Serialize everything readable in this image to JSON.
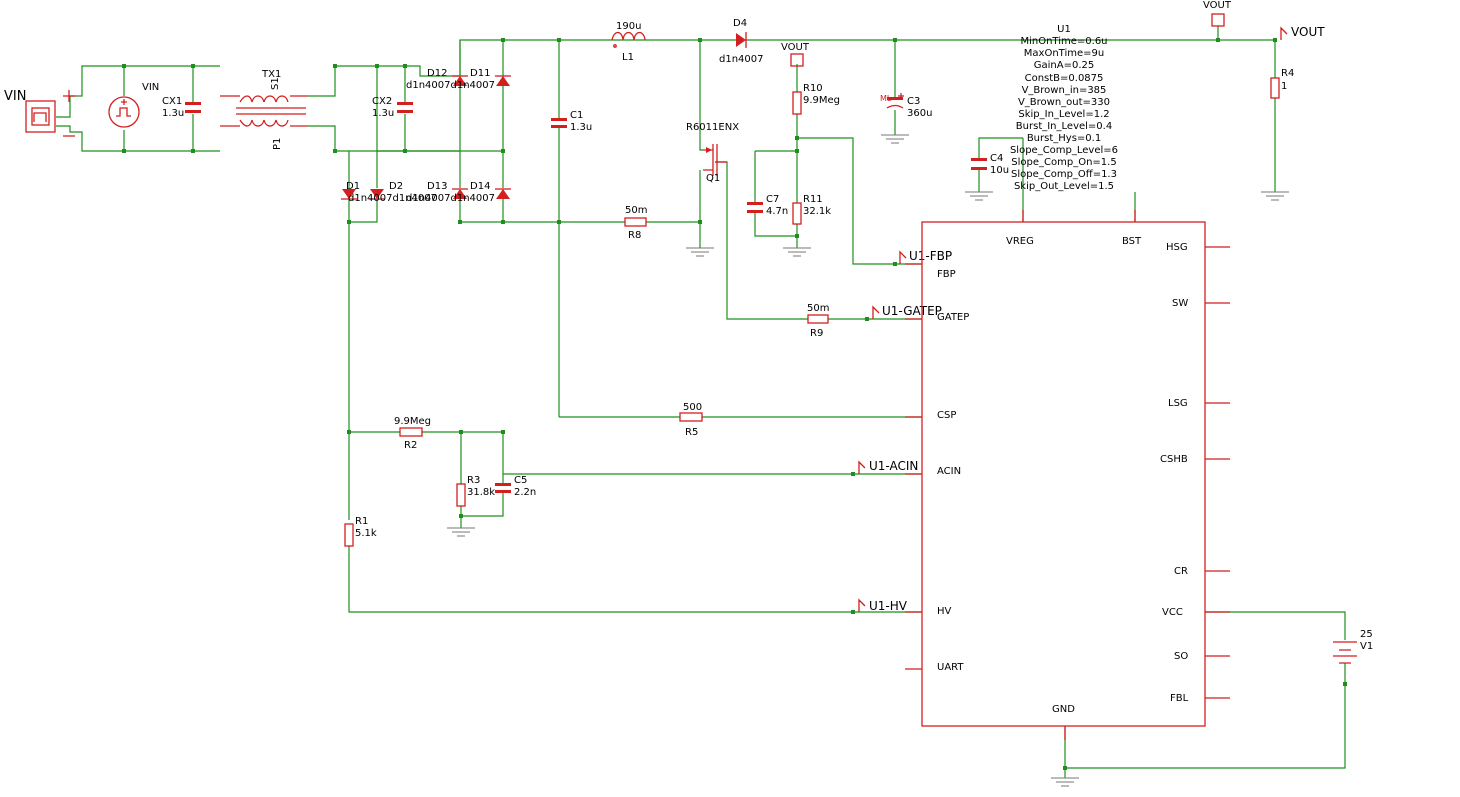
{
  "labels": {
    "vin_port": "VIN",
    "vin_src": "VIN",
    "tx1": "TX1",
    "tx_s1": "S1",
    "tx_p1": "P1",
    "cx1": "CX1",
    "cx1_val": "1.3u",
    "cx2": "CX2",
    "cx2_val": "1.3u",
    "d1": "D1",
    "d2": "D2",
    "d12": "D12",
    "d11": "D11",
    "d13": "D13",
    "d14": "D14",
    "d_bot_val": "d1n4007d1n4007",
    "d12_val": "d1n4007d1n4007",
    "d13_val": "d1n4007d1n4007",
    "c1": "C1",
    "c1_val": "1.3u",
    "l1_val": "190u",
    "l1": "L1",
    "d4": "D4",
    "d4_val": "d1n4007",
    "q1_part": "R6011ENX",
    "q1": "Q1",
    "r8_val": "50m",
    "r8": "R8",
    "vout_r10": "VOUT",
    "r10": "R10",
    "r10_val": "9.9Meg",
    "c7": "C7",
    "c7_val": "4.7n",
    "r11": "R11",
    "r11_val": "32.1k",
    "c3": "C3",
    "c3_val": "360u",
    "c3_tag": "ML",
    "c4": "C4",
    "c4_val": "10u",
    "vout_top": "VOUT",
    "vout_arrow": "VOUT",
    "r4": "R4",
    "r4_val": "1",
    "r9_val": "50m",
    "r9": "R9",
    "r5_val": "500",
    "r5": "R5",
    "r2_val": "9.9Meg",
    "r2": "R2",
    "r3": "R3",
    "r3_val": "31.8k",
    "c5": "C5",
    "c5_val": "2.2n",
    "r1": "R1",
    "r1_val": "5.1k",
    "v1_val": "25",
    "v1": "V1",
    "flag_fbp": "U1-FBP",
    "flag_gatep": "U1-GATEP",
    "flag_acin": "U1-ACIN",
    "flag_hv": "U1-HV"
  },
  "u1": {
    "name": "U1",
    "params": [
      "MinOnTime=0.6u",
      "MaxOnTime=9u",
      "GainA=0.25",
      "ConstB=0.0875",
      "V_Brown_in=385",
      "V_Brown_out=330",
      "Skip_In_Level=1.2",
      "Burst_In_Level=0.4",
      "Burst_Hys=0.1",
      "Slope_Comp_Level=6",
      "Slope_Comp_On=1.5",
      "Slope_Comp_Off=1.3",
      "Skip_Out_Level=1.5"
    ],
    "pins": {
      "vreg": "VREG",
      "bst": "BST",
      "hsg": "HSG",
      "sw": "SW",
      "lsg": "LSG",
      "cshb": "CSHB",
      "cr": "CR",
      "vcc": "VCC",
      "so": "SO",
      "fbl": "FBL",
      "fbp": "FBP",
      "gatep": "GATEP",
      "csp": "CSP",
      "acin": "ACIN",
      "hv": "HV",
      "uart": "UART",
      "gnd": "GND"
    }
  },
  "colors": {
    "wire": "#1e8f1e",
    "component": "#d41f1f",
    "ground": "#777777",
    "background": "#ffffff"
  }
}
